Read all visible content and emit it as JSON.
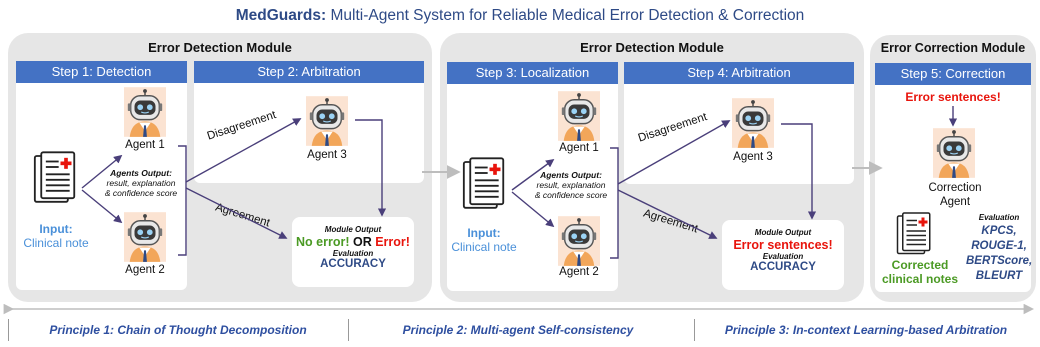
{
  "title": {
    "bold": "MedGuards:",
    "rest": " Multi-Agent System for Reliable Medical Error Detection & Correction"
  },
  "module1": {
    "title": "Error Detection Module",
    "step1": "Step 1: Detection",
    "step2": "Step 2: Arbitration",
    "input_label": "Input:",
    "input_value": "Clinical note",
    "agent1": "Agent 1",
    "agent2": "Agent 2",
    "agent3": "Agent 3",
    "agents_output_title": "Agents Output:",
    "agents_output_l1": "result, explanation",
    "agents_output_l2": "& confidence score",
    "disagreement": "Disagreement",
    "agreement": "Agreement",
    "output_title": "Module Output",
    "output_green": "No error!",
    "output_or": " OR ",
    "output_red": "Error!",
    "eval_title": "Evaluation",
    "eval_metric": "ACCURACY"
  },
  "module2": {
    "title": "Error Detection Module",
    "step3": "Step 3: Localization",
    "step4": "Step 4: Arbitration",
    "input_label": "Input:",
    "input_value": "Clinical note",
    "agent1": "Agent 1",
    "agent2": "Agent 2",
    "agent3": "Agent 3",
    "agents_output_title": "Agents Output:",
    "agents_output_l1": "result, explanation",
    "agents_output_l2": "& confidence score",
    "disagreement": "Disagreement",
    "agreement": "Agreement",
    "output_title": "Module Output",
    "output_red": "Error sentences!",
    "eval_title": "Evaluation",
    "eval_metric": "ACCURACY"
  },
  "module3": {
    "title": "Error Correction Module",
    "step5": "Step 5: Correction",
    "error_sentences": "Error sentences!",
    "agent_l1": "Correction",
    "agent_l2": "Agent",
    "eval_title": "Evaluation",
    "metrics": [
      "KPCS,",
      "ROUGE-1,",
      "BERTScore,",
      "BLEURT"
    ],
    "corrected_l1": "Corrected",
    "corrected_l2": "clinical notes"
  },
  "principles": [
    "Principle 1: Chain of Thought Decomposition",
    "Principle 2: Multi-agent Self-consistency",
    "Principle 3: In-context Learning-based Arbitration"
  ],
  "colors": {
    "step_header": "#4472c4",
    "module_bg": "#e6e6e6",
    "error_red": "#e8140c",
    "ok_green": "#4b9a24",
    "metric_blue": "#2e4a86",
    "input_blue": "#4a90d9"
  },
  "icons": [
    "robot-agent-icon",
    "clinical-note-icon",
    "arrow-icon"
  ]
}
